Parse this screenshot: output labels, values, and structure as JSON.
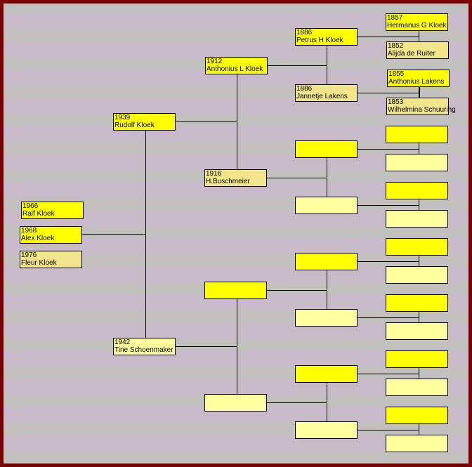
{
  "persons": {
    "rudolf": {
      "year": "1939",
      "name": "Rudolf Kloek"
    },
    "tine": {
      "year": "1942",
      "name": "Tine Schoenmaker"
    },
    "anthonius_l": {
      "year": "1912",
      "name": "Anthonius L Kloek"
    },
    "buschmeier": {
      "year": "1916",
      "name": "H.Buschmeier"
    },
    "petrus": {
      "year": "1886",
      "name": "Petrus H Kloek"
    },
    "jannetje": {
      "year": "1886",
      "name": "Jannetje Lakens"
    },
    "hermanus": {
      "year": "1857",
      "name": "Hermanus G Kloek"
    },
    "alijda": {
      "year": "1852",
      "name": "Alijda de Ruiter"
    },
    "anthonius_lakens": {
      "year": "1855",
      "name": "Anthonius Lakens"
    },
    "wilhelmina": {
      "year": "1853",
      "name": "Wilhelmina Schuuring"
    },
    "ralf": {
      "year": "1966",
      "name": "Ralf Kloek"
    },
    "alex": {
      "year": "1968",
      "name": "Alex Kloek"
    },
    "fleur": {
      "year": "1976",
      "name": "Fleur Kloek"
    }
  },
  "colors": {
    "male": "#ffff00",
    "female": "#f2e48a",
    "empty_female": "#ffffa0",
    "border": "#7a0000"
  }
}
